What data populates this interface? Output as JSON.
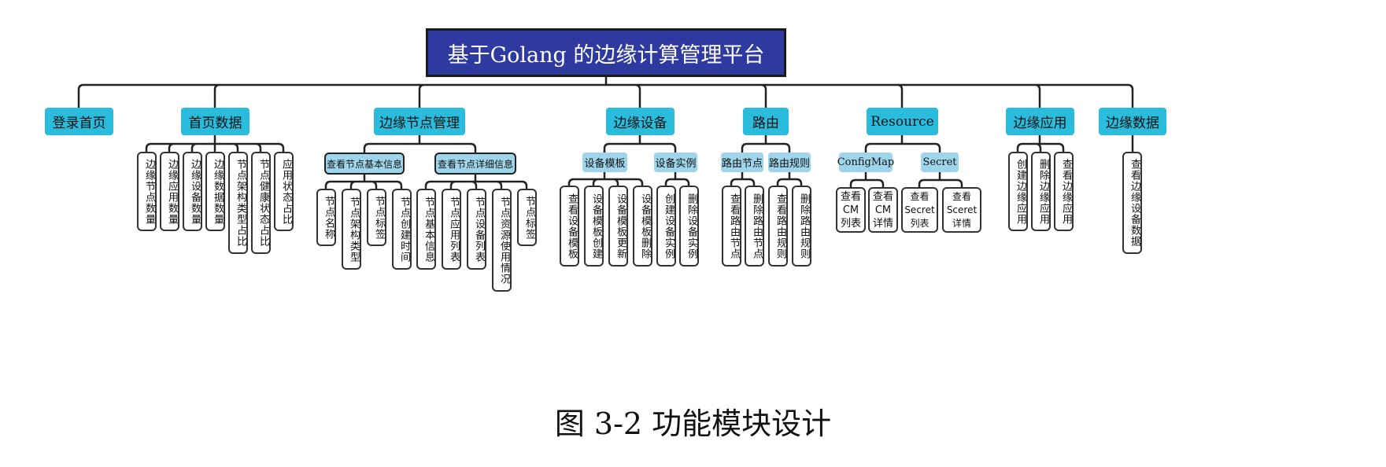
{
  "root": "基于Golang 的边缘计算管理平台",
  "caption": "图 3-2  功能模块设计",
  "modules": [
    {
      "label": "登录首页"
    },
    {
      "label": "首页数据",
      "leaves": [
        "边缘节点数量",
        "边缘应用数量",
        "边缘设备数量",
        "边缘数据数量",
        "节点架构类型占比",
        "节点健康状态占比",
        "应用状态占比"
      ]
    },
    {
      "label": "边缘节点管理",
      "groups": [
        {
          "label": "查看节点基本信息",
          "leaves": [
            "节点名称",
            "节点架构类型",
            "节点标签",
            "节点创建时间"
          ]
        },
        {
          "label": "查看节点详细信息",
          "leaves": [
            "节点基本信息",
            "节点应用列表",
            "节点设备列表",
            "节点资源使用情况",
            "节点标签"
          ]
        }
      ]
    },
    {
      "label": "边缘设备",
      "groups": [
        {
          "label": "设备模板",
          "leaves": [
            "查看设备模板",
            "设备模板创建",
            "设备模板更新",
            "设备模板删除"
          ]
        },
        {
          "label": "设备实例",
          "leaves": [
            "创建设备实例",
            "删除设备实例"
          ]
        }
      ]
    },
    {
      "label": "路由",
      "groups": [
        {
          "label": "路由节点",
          "leaves": [
            "查看路由节点",
            "删除路由节点"
          ]
        },
        {
          "label": "路由规则",
          "leaves": [
            "查看路由规则",
            "删除路由规则"
          ]
        }
      ]
    },
    {
      "label": "Resource",
      "groups": [
        {
          "label": "ConfigMap",
          "leaves": [
            "查看\nCM\n列表",
            "查看\nCM\n详情"
          ]
        },
        {
          "label": "Secret",
          "leaves": [
            "查看\nSecret\n列表",
            "查看\nSceret\n详情"
          ]
        }
      ]
    },
    {
      "label": "边缘应用",
      "leaves": [
        "创建边缘应用",
        "删除边缘应用",
        "查看边缘应用"
      ]
    },
    {
      "label": "边缘数据",
      "leaves": [
        "查看边缘设备数据"
      ]
    }
  ]
}
